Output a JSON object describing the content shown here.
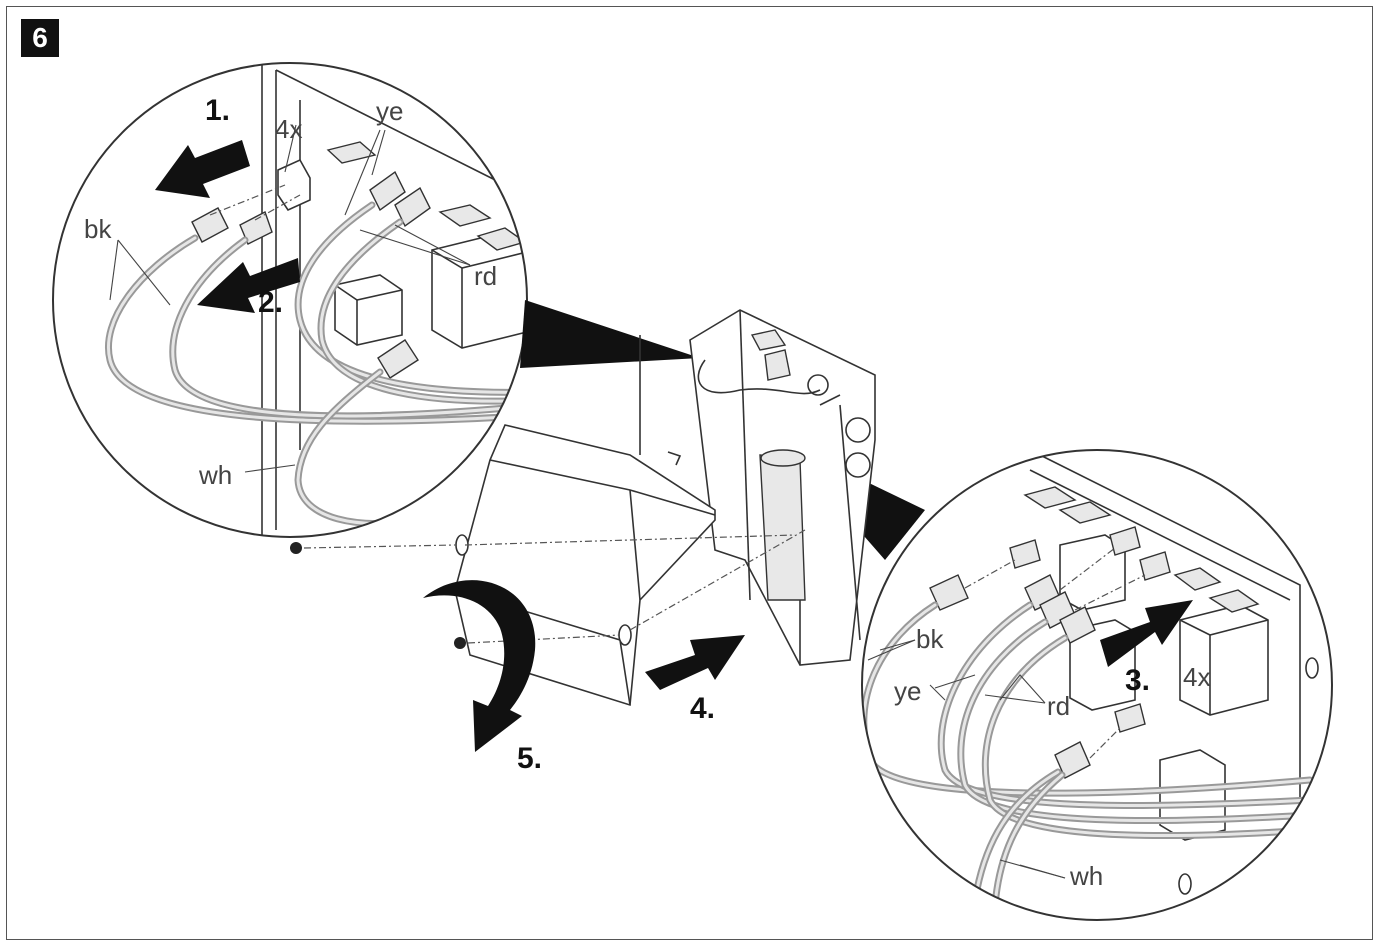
{
  "figure_number": "6",
  "wire_labels": {
    "bk_top": "bk",
    "ye_top": "ye",
    "rd_top": "rd",
    "wh_top": "wh",
    "bk_bottom": "bk",
    "ye_bottom": "ye",
    "rd_bottom": "rd",
    "wh_bottom": "wh"
  },
  "count_labels": {
    "top": "4x",
    "bottom": "4x"
  },
  "steps": [
    "1.",
    "2.",
    "3.",
    "4.",
    "5."
  ]
}
